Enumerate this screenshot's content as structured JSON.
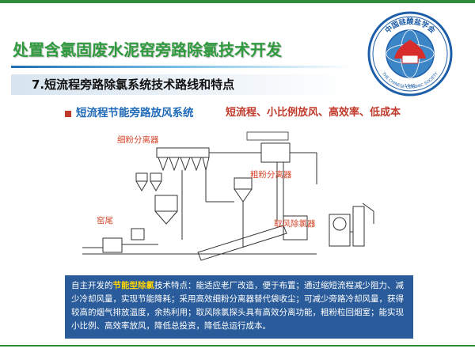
{
  "slide": {
    "title": "处置含氯固废水泥窑旁路除氯技术开发",
    "subtitle": "7.短流程旁路除氯系统技术路线和特点",
    "section_heading": "短流程节能旁路放风系统",
    "section_features": "短流程、小比例放风、高效率、低成本"
  },
  "logo": {
    "top_text": "中国硅酸盐学会",
    "bottom_text": "THE CHINESE CERAMIC SOCIETY",
    "year": "1945",
    "icon": "society-seal-icon"
  },
  "diagram": {
    "labels": {
      "fine_separator": "细粉分离器",
      "coarse_separator": "粗粉分离器",
      "kiln_tail": "窑尾",
      "bypass_probe": "取风除氯器"
    }
  },
  "description": {
    "prefix": "自主开发的",
    "highlight": "节能型除氯",
    "body": "技术特点：能适应老厂改造，便于布置；通过缩短流程减少阻力、减少冷却风量，实现节能降耗；采用高效细粉分离器替代袋收尘；可减少旁路冷却风量，获得较高的烟气排放温度，余热利用；取风除氯探头具有高效分离功能，粗粉粒回烟室；能实现小比例、高效率放风，降低总投资，降低总运行成本。"
  },
  "colors": {
    "title_green": "#2f9a3e",
    "heading_blue": "#1e6ab8",
    "accent_red": "#c0392b",
    "box_blue": "#2a5b9a",
    "highlight_yellow": "#ffd400"
  }
}
